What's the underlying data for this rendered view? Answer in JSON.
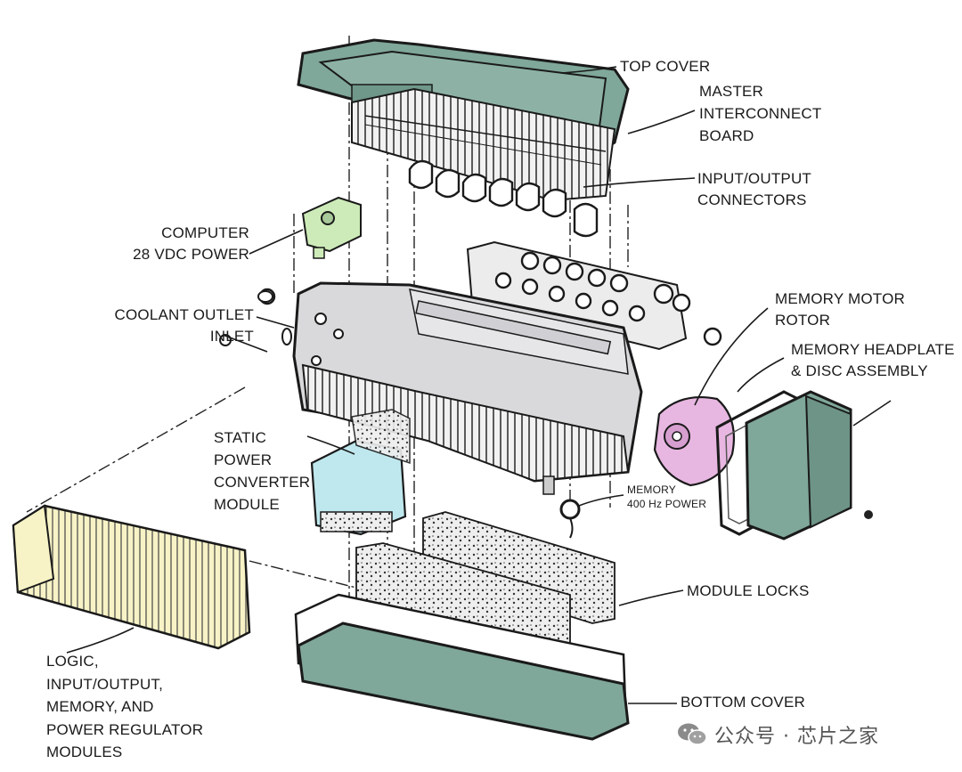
{
  "labels": {
    "top_cover": "TOP COVER",
    "master_interconnect_board": "MASTER\nINTERCONNECT\nBOARD",
    "input_output_connectors": "INPUT/OUTPUT\nCONNECTORS",
    "computer_28vdc_power": "COMPUTER\n28 VDC POWER",
    "coolant_outlet_inlet": "COOLANT OUTLET\nINLET",
    "memory_motor_rotor": "MEMORY MOTOR\nROTOR",
    "memory_headplate_disc": "MEMORY HEADPLATE\n& DISC ASSEMBLY",
    "static_power_converter": "STATIC\nPOWER\nCONVERTER\nMODULE",
    "memory_400hz_power": "MEMORY\n400 Hz POWER",
    "module_locks": "MODULE LOCKS",
    "bottom_cover": "BOTTOM COVER",
    "modules": "LOGIC,\nINPUT/OUTPUT,\nMEMORY, AND\nPOWER REGULATOR\nMODULES"
  },
  "watermark": {
    "text": "公众号 · 芯片之家",
    "icon": "wechat-icon"
  },
  "colors": {
    "cover_teal": "#7fa79a",
    "chassis_gray": "#d9d9dc",
    "power_green": "#cdebb8",
    "converter_cyan": "#bfe8ee",
    "rotor_pink": "#e7b7e1",
    "modules_yellow": "#f7f3c6",
    "ink": "#1a1a1a"
  }
}
